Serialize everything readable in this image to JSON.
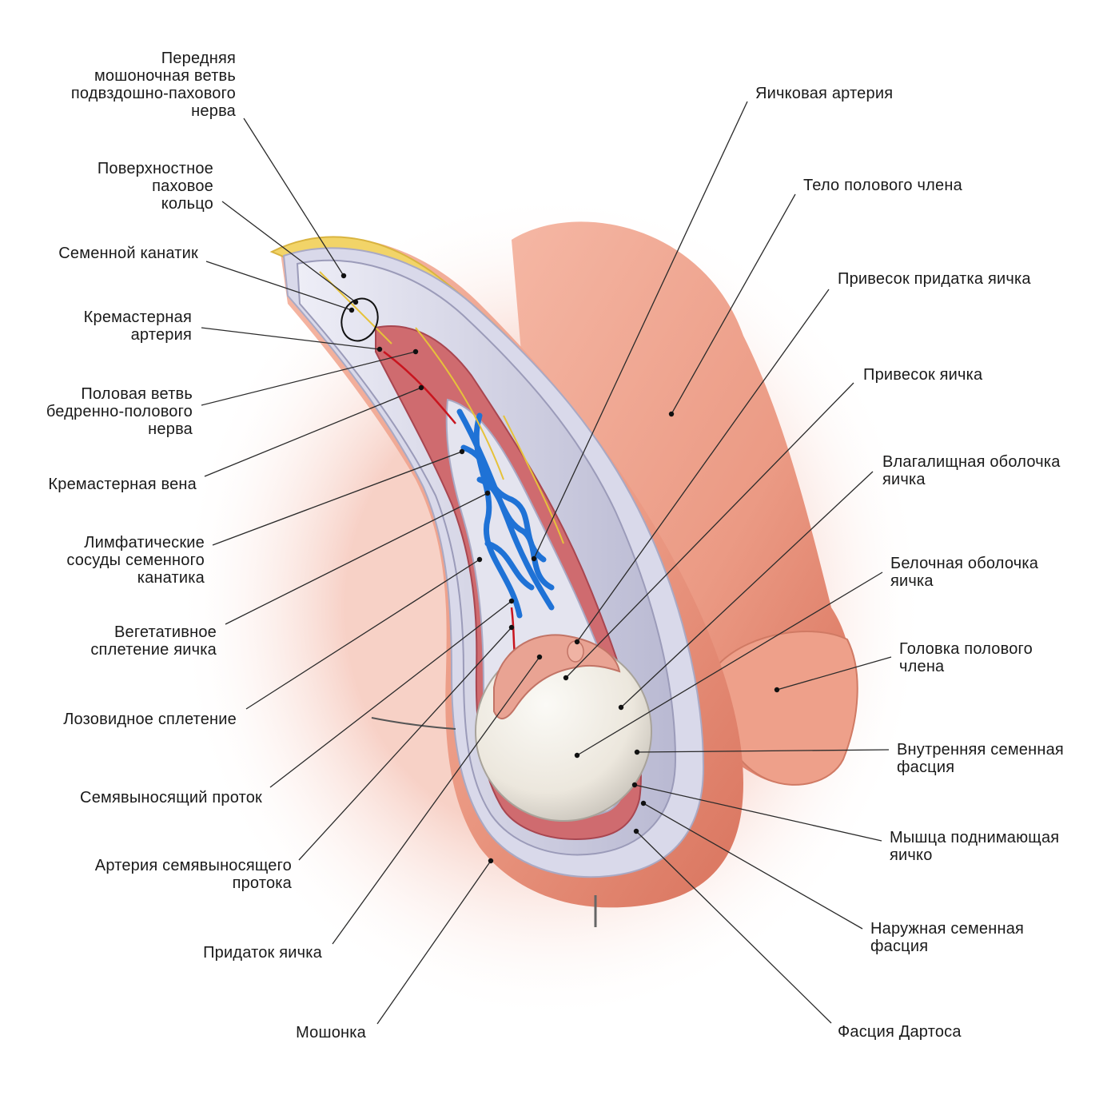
{
  "labels_left": [
    {
      "id": "anterior-scrotal-branch",
      "lines": [
        "Передняя",
        "мошоночная ветвь",
        "подвздошно-пахового",
        "нерва"
      ]
    },
    {
      "id": "superficial-inguinal-ring",
      "lines": [
        "Поверхностное",
        "паховое",
        "кольцо"
      ]
    },
    {
      "id": "spermatic-cord",
      "lines": [
        "Семенной канатик"
      ]
    },
    {
      "id": "cremasteric-artery",
      "lines": [
        "Кремастерная",
        "артерия"
      ]
    },
    {
      "id": "genital-branch",
      "lines": [
        "Половая ветвь",
        "бедренно-полового",
        "нерва"
      ]
    },
    {
      "id": "cremasteric-vein",
      "lines": [
        "Кремастерная вена"
      ]
    },
    {
      "id": "lymphatic-vessels",
      "lines": [
        "Лимфатические",
        "сосуды семенного",
        "канатика"
      ]
    },
    {
      "id": "autonomic-plexus",
      "lines": [
        "Вегетативное",
        "сплетение яичка"
      ]
    },
    {
      "id": "pampiniform-plexus",
      "lines": [
        "Лозовидное сплетение"
      ]
    },
    {
      "id": "vas-deferens",
      "lines": [
        "Семявыносящий проток"
      ]
    },
    {
      "id": "artery-vas-deferens",
      "lines": [
        "Артерия семявыносящего",
        "протока"
      ]
    },
    {
      "id": "epididymis",
      "lines": [
        "Придаток яичка"
      ]
    },
    {
      "id": "scrotum",
      "lines": [
        "Мошонка"
      ]
    }
  ],
  "labels_right": [
    {
      "id": "testicular-artery",
      "lines": [
        "Яичковая артерия"
      ]
    },
    {
      "id": "penis-body",
      "lines": [
        "Тело полового члена"
      ]
    },
    {
      "id": "appendix-epididymis",
      "lines": [
        "Привесок придатка яичка"
      ]
    },
    {
      "id": "appendix-testis",
      "lines": [
        "Привесок яичка"
      ]
    },
    {
      "id": "tunica-vaginalis",
      "lines": [
        "Влагалищная оболочка",
        "яичка"
      ]
    },
    {
      "id": "tunica-albuginea",
      "lines": [
        "Белочная оболочка",
        "яичка"
      ]
    },
    {
      "id": "glans-penis",
      "lines": [
        "Головка полового",
        "члена"
      ]
    },
    {
      "id": "internal-spermatic-fascia",
      "lines": [
        "Внутренняя семенная",
        "фасция"
      ]
    },
    {
      "id": "cremaster-muscle",
      "lines": [
        "Мышца поднимающая",
        "яичко"
      ]
    },
    {
      "id": "external-spermatic-fascia",
      "lines": [
        "Наружная семенная",
        "фасция"
      ]
    },
    {
      "id": "dartos-fascia",
      "lines": [
        "Фасция Дартоса"
      ]
    }
  ],
  "colors": {
    "skin": "#eea48f",
    "skin_dark": "#d97862",
    "fascia": "#d4d4e4",
    "fat": "#f2d468",
    "muscle": "#c7505a",
    "vein": "#1f72d6",
    "testis": "#eeeae2",
    "epididymis": "#e9a393",
    "leader": "#2a2a2a"
  }
}
